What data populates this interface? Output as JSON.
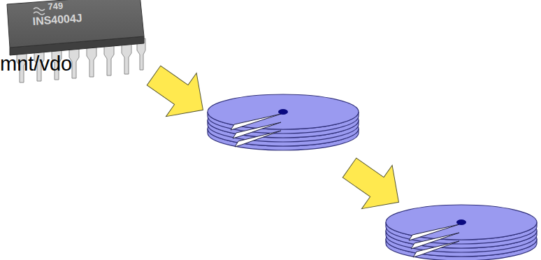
{
  "diagram": {
    "labels": [
      "749",
      "INS4004J",
      "mnt/vdo"
    ]
  }
}
